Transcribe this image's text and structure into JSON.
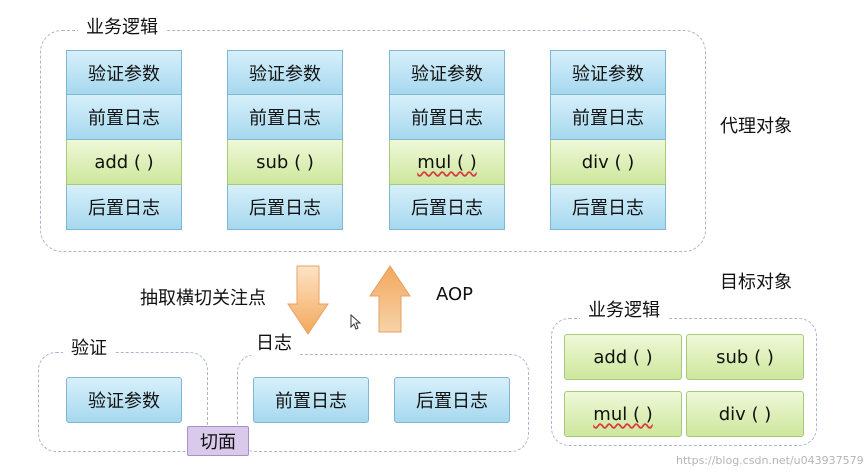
{
  "proxy": {
    "group_label": "业务逻辑",
    "side_label": "代理对象",
    "columns": [
      {
        "check": "验证参数",
        "pre_log": "前置日志",
        "method": "add ( )",
        "post_log": "后置日志"
      },
      {
        "check": "验证参数",
        "pre_log": "前置日志",
        "method": "sub ( )",
        "post_log": "后置日志"
      },
      {
        "check": "验证参数",
        "pre_log": "前置日志",
        "method": "mul ( )",
        "post_log": "后置日志"
      },
      {
        "check": "验证参数",
        "pre_log": "前置日志",
        "method": "div ( )",
        "post_log": "后置日志"
      }
    ]
  },
  "arrows": {
    "down_label": "抽取横切关注点",
    "up_label": "AOP",
    "colors": {
      "fill_top": "#fde3c6",
      "fill_bottom": "#f3a85c",
      "stroke": "#e7a063"
    }
  },
  "target": {
    "side_label": "目标对象",
    "group_label": "业务逻辑",
    "methods": [
      "add ( )",
      "sub ( )",
      "mul ( )",
      "div ( )"
    ]
  },
  "aspects": {
    "validate": {
      "label": "验证",
      "item": "验证参数"
    },
    "log": {
      "label": "日志",
      "items": [
        "前置日志",
        "后置日志"
      ]
    },
    "aspect_label": "切面"
  },
  "watermark": "https://blog.csdn.net/u043937579",
  "colors": {
    "blue_light": "#d7f0fb",
    "blue_dark": "#a6d8ee",
    "green_light": "#eff8d8",
    "green_dark": "#cde79c",
    "purple": "#d9c9ea",
    "dash": "#a9b6cf"
  }
}
